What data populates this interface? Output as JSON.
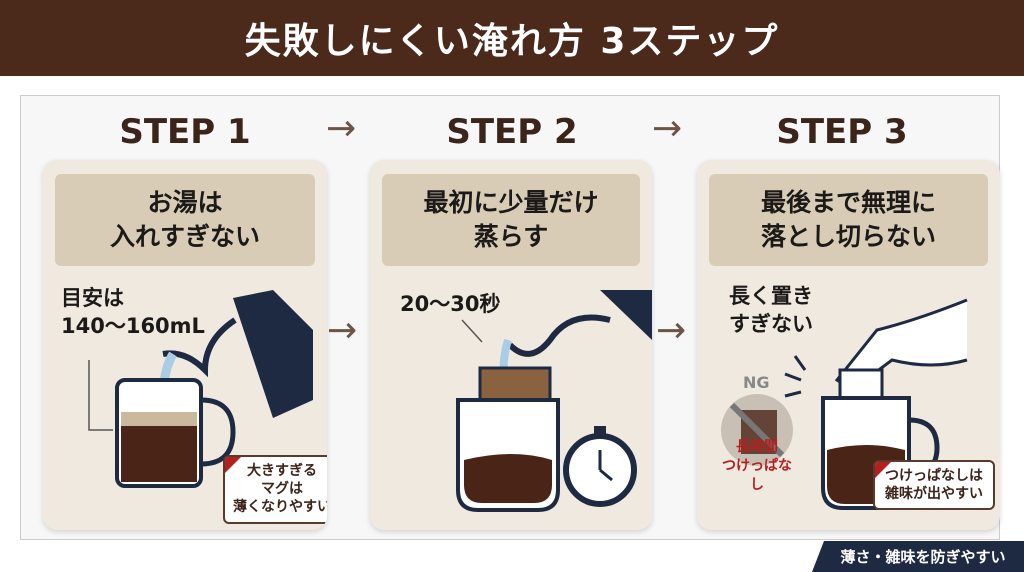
{
  "title": "失敗しにくい淹れ方 3ステップ",
  "colors": {
    "header": "#4b2a1c",
    "card": "#efe9df",
    "card_head": "#d9ccb6",
    "navy": "#1e2942",
    "accent_red": "#b3201f",
    "coffee": "#4a2416"
  },
  "steps": [
    {
      "label": "STEP 1",
      "heading": "お湯は\n入れすぎない",
      "text": "目安は\n140〜160mL",
      "note": "大きすぎる\nマグは\n薄くなりやすい",
      "icons": [
        "kettle-icon",
        "measuring-mug-icon"
      ]
    },
    {
      "label": "STEP 2",
      "heading": "最初に少量だけ\n蒸らす",
      "text": "20〜30秒",
      "icons": [
        "kettle-icon",
        "drip-bag-icon",
        "stopwatch-icon"
      ]
    },
    {
      "label": "STEP 3",
      "heading": "最後まで無理に\n落とし切らない",
      "text": "長く置き\nすぎない",
      "ng_label": "NG",
      "ng_text": "長時間\nつけっぱなし",
      "note": "つけっぱなしは\n雑味が出やすい",
      "icons": [
        "hand-icon",
        "mug-icon",
        "prohibited-icon"
      ]
    }
  ],
  "arrow": "→",
  "footer": "薄さ・雑味を防ぎやすい"
}
